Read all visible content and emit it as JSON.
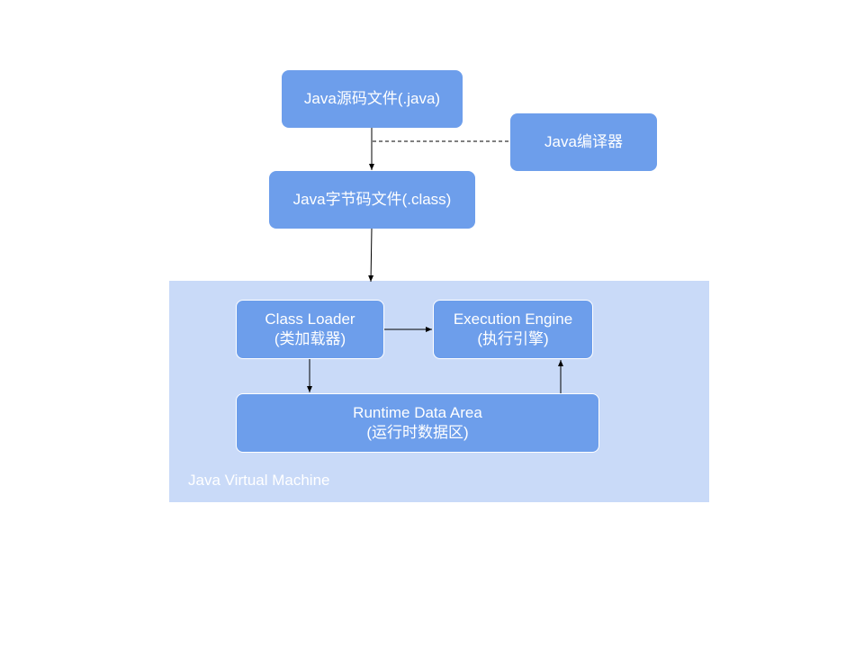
{
  "diagram": {
    "source_file": "Java源码文件(.java)",
    "compiler": "Java编译器",
    "bytecode_file": "Java字节码文件(.class)",
    "jvm_label": "Java Virtual Machine",
    "class_loader": {
      "line1": "Class Loader",
      "line2": "(类加载器)"
    },
    "execution_engine": {
      "line1": "Execution Engine",
      "line2": "(执行引擎)"
    },
    "runtime_data_area": {
      "line1": "Runtime Data Area",
      "line2": "(运行时数据区)"
    }
  },
  "colors": {
    "box": "#6d9eeb",
    "jvm_region": "#c9daf8",
    "text": "#ffffff",
    "connector": "#000000"
  }
}
